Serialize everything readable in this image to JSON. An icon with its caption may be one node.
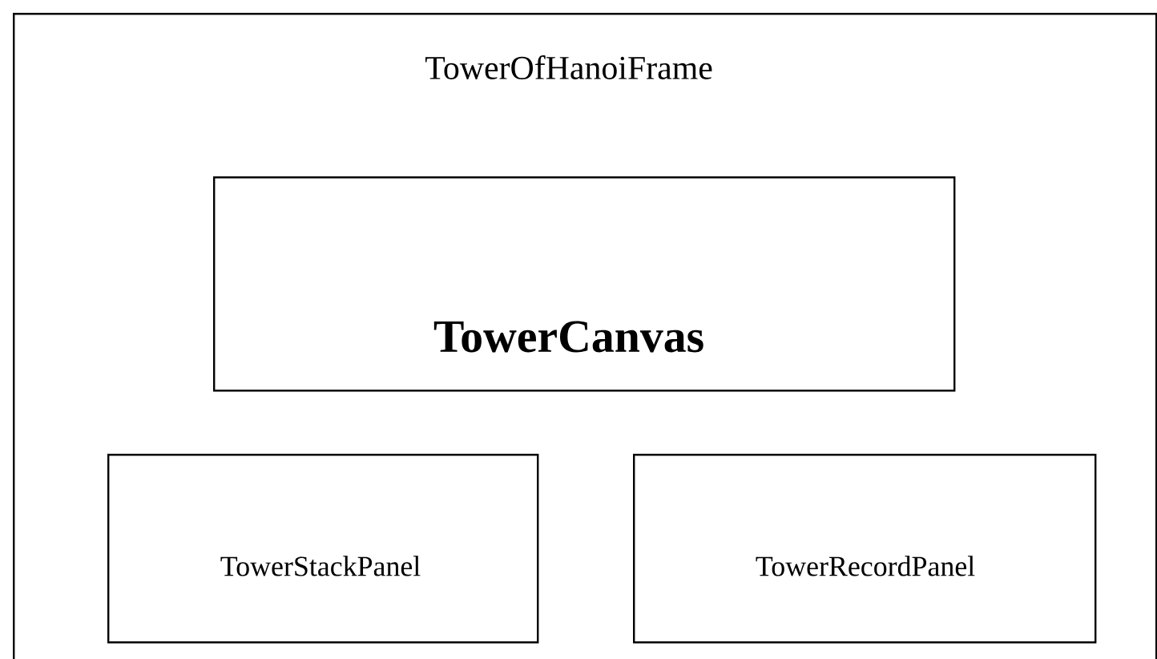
{
  "diagram": {
    "nodes": [
      {
        "text": [
          "TowerOfHanoiFrame"
        ]
      },
      {
        "text": [
          "TowerCanvas"
        ],
        "in": 0
      },
      {
        "text": [
          "TowerStackPanel"
        ],
        "in": 0
      },
      {
        "text": [
          "TowerRecordPanel"
        ],
        "in": 0
      }
    ]
  }
}
